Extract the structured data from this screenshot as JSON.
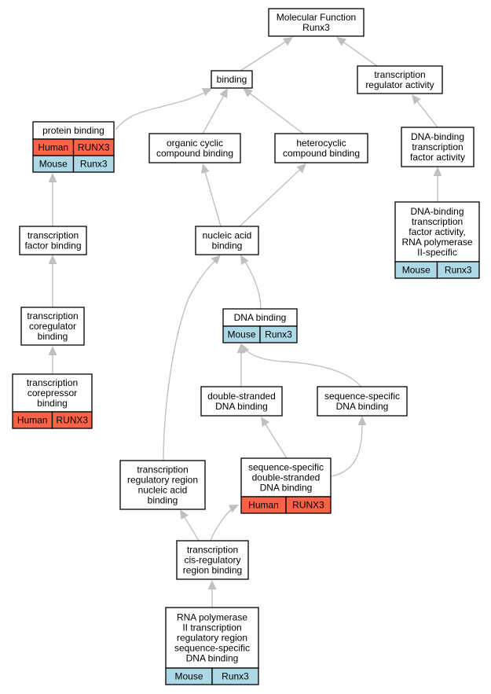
{
  "colors": {
    "human": "#ff6347",
    "mouse": "#add8e6",
    "edge": "#c0c0c0"
  },
  "nodes": {
    "mf": {
      "lines": [
        "Molecular Function",
        "Runx3"
      ]
    },
    "binding": {
      "lines": [
        "binding"
      ]
    },
    "tra": {
      "lines": [
        "transcription",
        "regulator activity"
      ]
    },
    "pb": {
      "lines": [
        "protein binding"
      ],
      "annotations": [
        {
          "species": "Human",
          "gene": "RUNX3"
        },
        {
          "species": "Mouse",
          "gene": "Runx3"
        }
      ]
    },
    "occ": {
      "lines": [
        "organic cyclic",
        "compound binding"
      ]
    },
    "hcc": {
      "lines": [
        "heterocyclic",
        "compound binding"
      ]
    },
    "dbtfa": {
      "lines": [
        "DNA-binding",
        "transcription",
        "factor activity"
      ]
    },
    "tfb": {
      "lines": [
        "transcription",
        "factor binding"
      ]
    },
    "nab": {
      "lines": [
        "nucleic acid",
        "binding"
      ]
    },
    "dbtfa2": {
      "lines": [
        "DNA-binding",
        "transcription",
        "factor activity,",
        "RNA polymerase",
        "II-specific"
      ],
      "annotations": [
        {
          "species": "Mouse",
          "gene": "Runx3"
        }
      ]
    },
    "tcb": {
      "lines": [
        "transcription",
        "coregulator",
        "binding"
      ]
    },
    "dnab": {
      "lines": [
        "DNA binding"
      ],
      "annotations": [
        {
          "species": "Mouse",
          "gene": "Runx3"
        }
      ]
    },
    "tcorb": {
      "lines": [
        "transcription",
        "corepressor",
        "binding"
      ],
      "annotations": [
        {
          "species": "Human",
          "gene": "RUNX3"
        }
      ]
    },
    "dsdb": {
      "lines": [
        "double-stranded",
        "DNA binding"
      ]
    },
    "ssdb": {
      "lines": [
        "sequence-specific",
        "DNA binding"
      ]
    },
    "trrnab": {
      "lines": [
        "transcription",
        "regulatory region",
        "nucleic acid",
        "binding"
      ]
    },
    "ssdsdb": {
      "lines": [
        "sequence-specific",
        "double-stranded",
        "DNA binding"
      ],
      "annotations": [
        {
          "species": "Human",
          "gene": "RUNX3"
        }
      ]
    },
    "tcrrb": {
      "lines": [
        "transcription",
        "cis-regulatory",
        "region binding"
      ]
    },
    "rnap": {
      "lines": [
        "RNA polymerase",
        "II transcription",
        "regulatory region",
        "sequence-specific",
        "DNA binding"
      ],
      "annotations": [
        {
          "species": "Mouse",
          "gene": "Runx3"
        }
      ]
    }
  }
}
